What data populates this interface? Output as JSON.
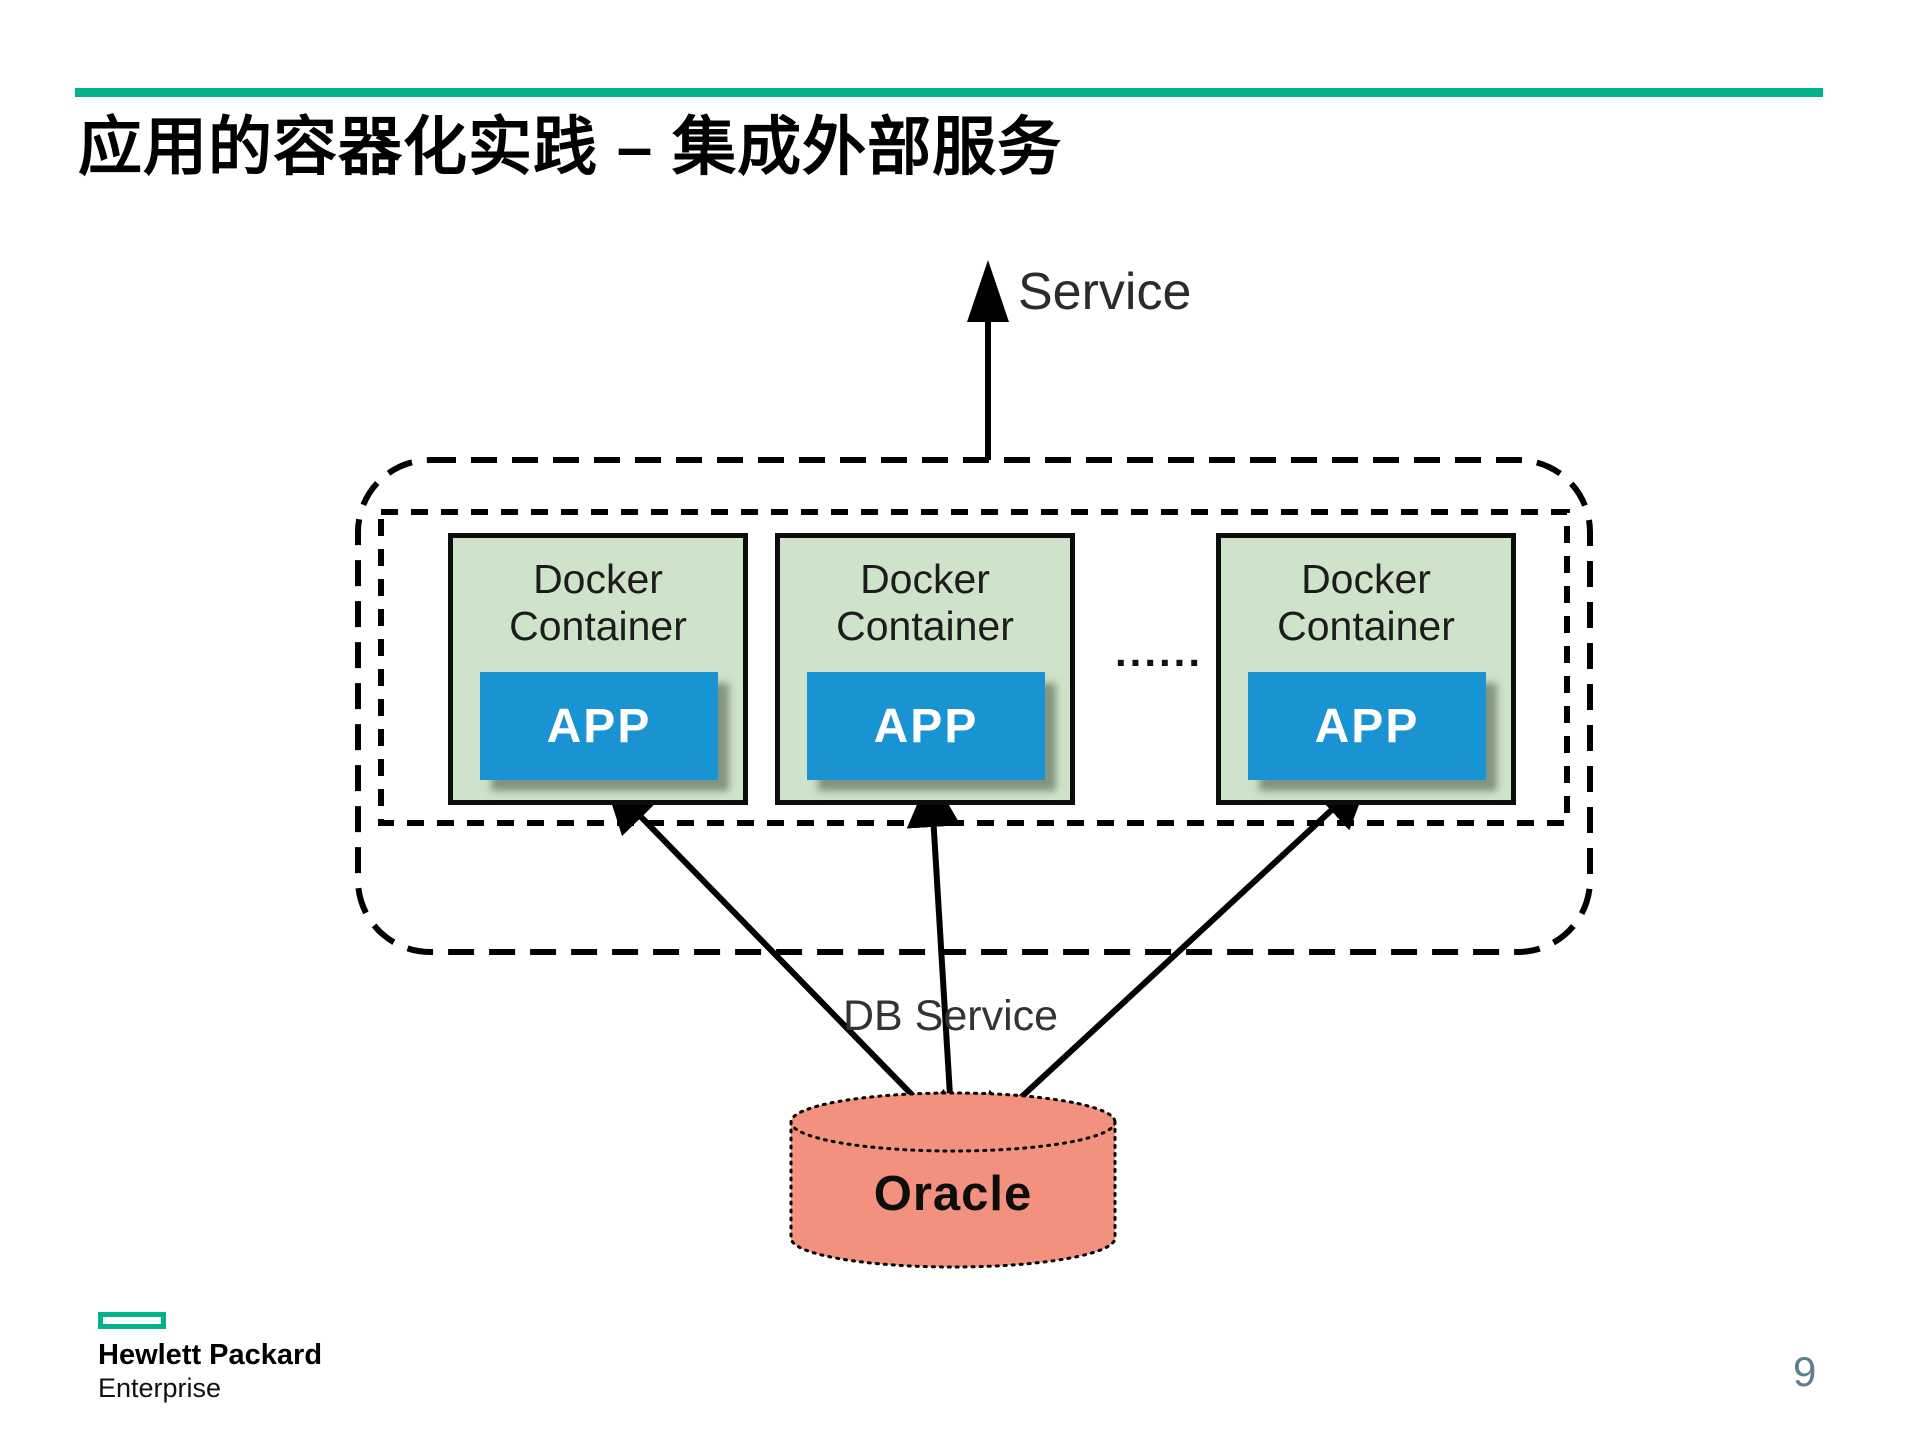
{
  "slide": {
    "title": "应用的容器化实践 – 集成外部服务",
    "page_number": "9"
  },
  "diagram": {
    "service_label": "Service",
    "db_service_label": "DB Service",
    "containers": [
      {
        "label": "Docker Container",
        "app_label": "APP"
      },
      {
        "label": "Docker Container",
        "app_label": "APP"
      },
      {
        "label": "Docker Container",
        "app_label": "APP"
      }
    ],
    "ellipsis": "......",
    "database_label": "Oracle"
  },
  "footer": {
    "brand_line1": "Hewlett Packard",
    "brand_line2": "Enterprise"
  },
  "colors": {
    "accent_green": "#00B388",
    "container_fill": "#CFE3CA",
    "app_blue": "#1A93D2",
    "oracle_fill": "#F2917E",
    "page_number_gray": "#5E7E8C"
  }
}
